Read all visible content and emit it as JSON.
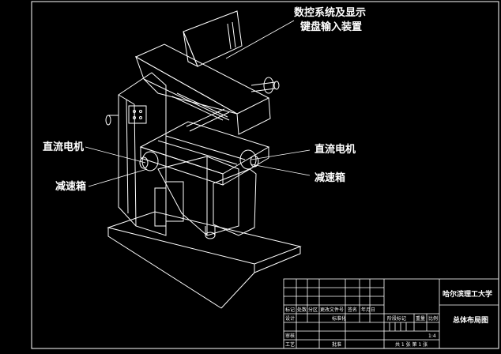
{
  "labels": {
    "cnc_system": "数控系统及显示",
    "keyboard_input": "键盘输入装置",
    "dc_motor_left": "直流电机",
    "reducer_left": "减速箱",
    "dc_motor_right": "直流电机",
    "reducer_right": "减速箱"
  },
  "title_block": {
    "school": "哈尔滨理工大学",
    "drawing_name": "总体布局图",
    "stage_mark_label": "阶段标记",
    "weight_label": "重量",
    "scale_label": "比例",
    "scale_value": "1:4",
    "sheet_info": "共 1 张  第 1 张",
    "row_labels": [
      "标记",
      "处数",
      "分区",
      "更改文件号",
      "签名",
      "年月日"
    ],
    "designer_label": "设计",
    "standardize_label": "标准化",
    "reviewer_label": "审核",
    "process_label": "工艺",
    "approve_label": "批准"
  }
}
